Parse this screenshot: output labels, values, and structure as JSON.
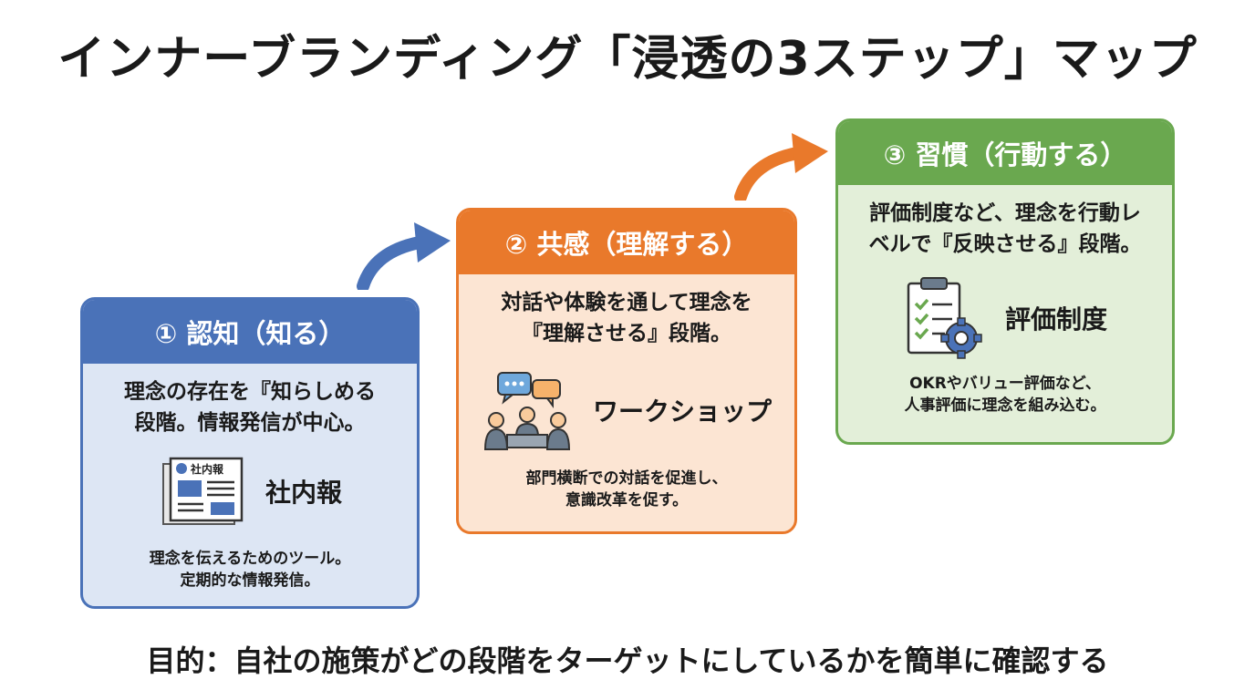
{
  "title": "インナーブランディング「浸透の3ステップ」マップ",
  "footer": "目的：自社の施策がどの段階をターゲットにしているかを簡単に確認する",
  "colors": {
    "blue": "#4a72b8",
    "orange": "#e9792b",
    "green": "#6aa84f"
  },
  "steps": [
    {
      "header": "① 認知（知る）",
      "desc_line1": "理念の存在を『知らしめる",
      "desc_line2": "段階。情報発信が中心。",
      "tool": "社内報",
      "tool_icon": "newsletter-icon",
      "icon_text": "社内報",
      "note_line1": "理念を伝えるためのツール。",
      "note_line2": "定期的な情報発信。"
    },
    {
      "header": "② 共感（理解する）",
      "desc_line1": "対話や体験を通して理念を",
      "desc_line2": "『理解させる』段階。",
      "tool": "ワークショップ",
      "tool_icon": "workshop-icon",
      "note_line1": "部門横断での対話を促進し、",
      "note_line2": "意識改革を促す。"
    },
    {
      "header": "③ 習慣（行動する）",
      "desc_line1": "評価制度など、理念を行動レ",
      "desc_line2": "ベルで『反映させる』段階。",
      "tool": "評価制度",
      "tool_icon": "evaluation-icon",
      "note_line1": "OKRやバリュー評価など、",
      "note_line2": "人事評価に理念を組み込む。"
    }
  ]
}
